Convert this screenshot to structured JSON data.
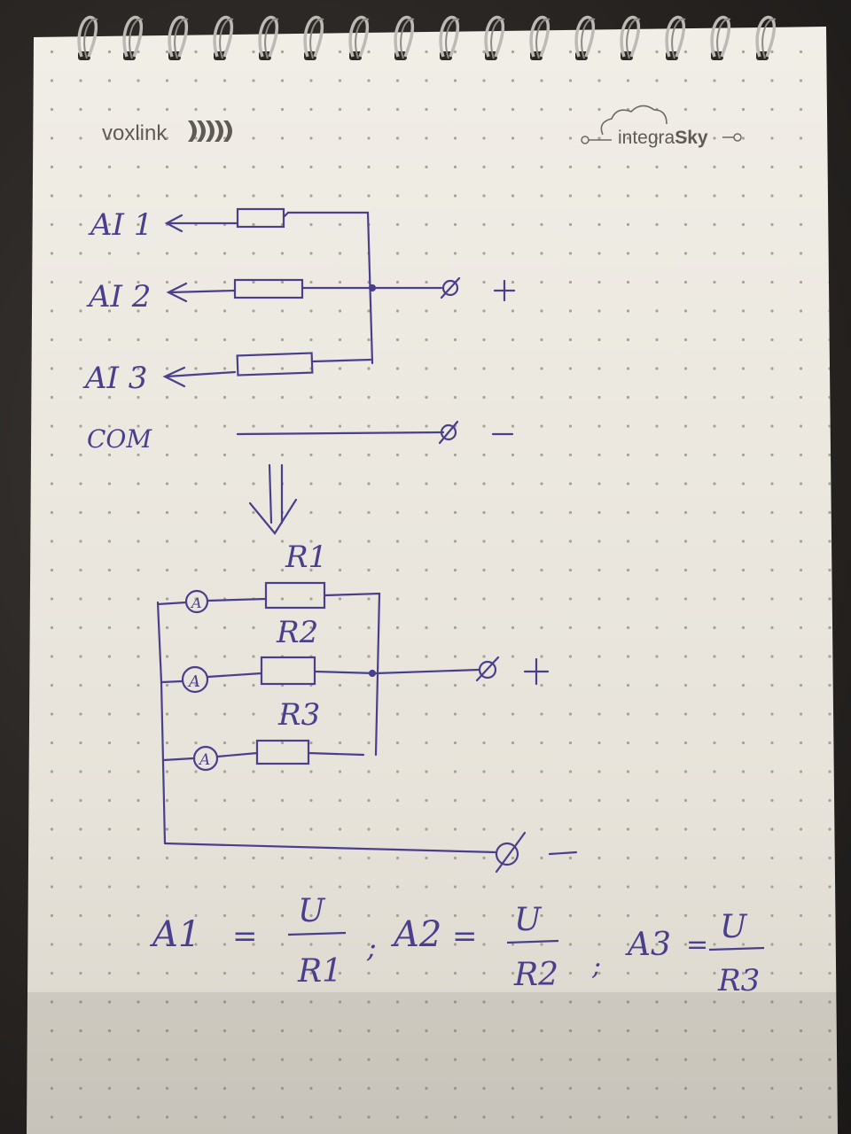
{
  "header": {
    "left_logo": "voxlink",
    "right_logo_prefix": "integra",
    "right_logo_bold": "Sky"
  },
  "diagram_top": {
    "labels": [
      "AI 1",
      "AI 2",
      "AI 3",
      "COM"
    ],
    "plus": "+",
    "minus": "−"
  },
  "diagram_bottom": {
    "resistors": [
      "R1",
      "R2",
      "R3"
    ],
    "ammeter": "A",
    "plus": "+",
    "minus": "−"
  },
  "formula": {
    "terms": [
      {
        "lhs": "A1",
        "num": "U",
        "den": "R1"
      },
      {
        "lhs": "A2",
        "num": "U",
        "den": "R2"
      },
      {
        "lhs": "A3",
        "num": "U",
        "den": "R3"
      }
    ],
    "equals": "=",
    "separator": ";"
  },
  "colors": {
    "ink": "#4a3f8c",
    "paper": "#ece8df",
    "dots": "#9a958d",
    "logo": "#5e5a56"
  }
}
